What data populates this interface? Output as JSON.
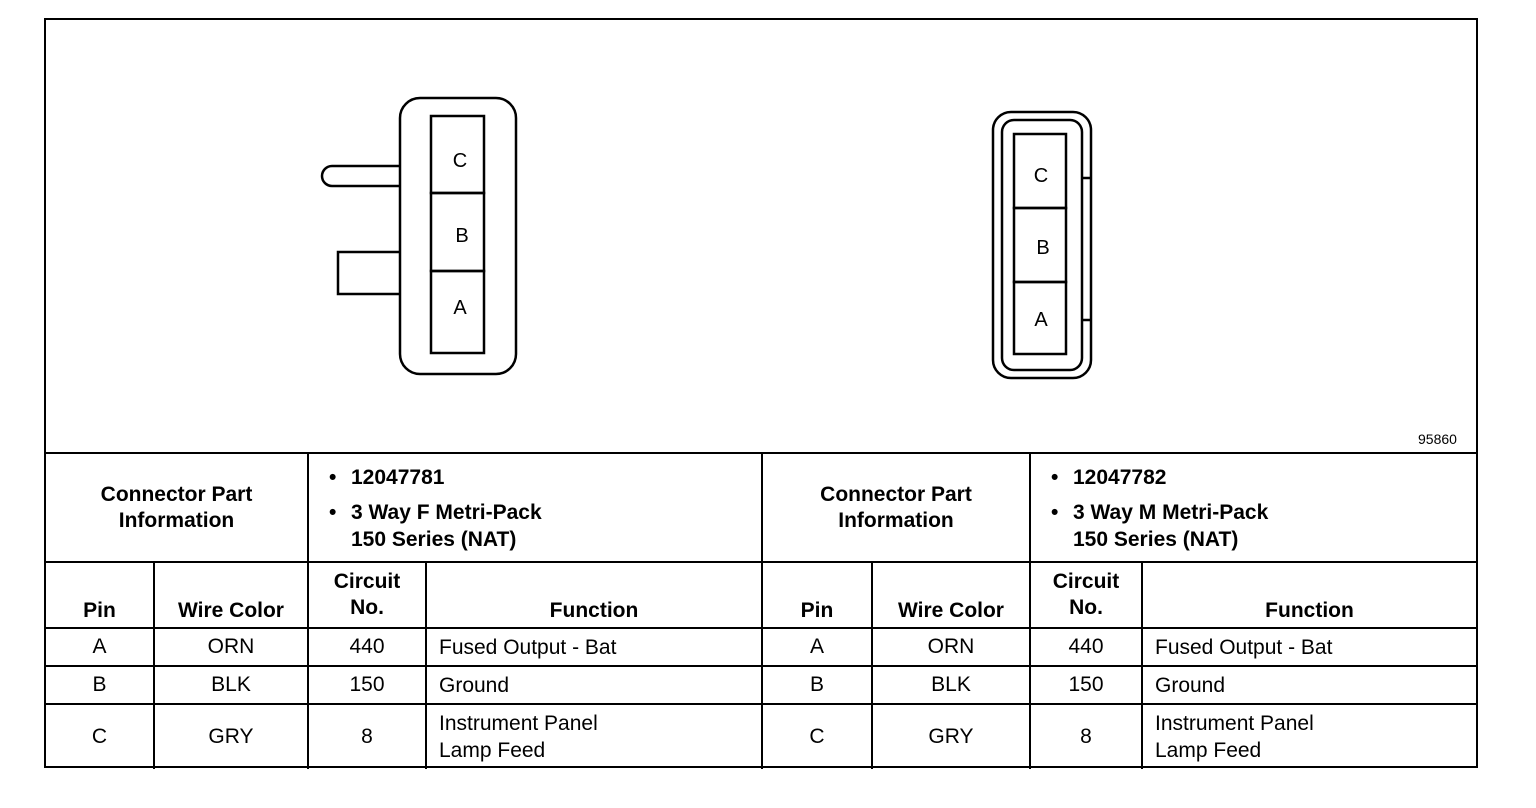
{
  "figure_number": "95860",
  "connectors": [
    {
      "pin_labels": [
        "C",
        "B",
        "A"
      ],
      "part_label": [
        "Connector Part",
        "Information"
      ],
      "part_number": "12047781",
      "part_desc_line1": "3 Way F Metri-Pack",
      "part_desc_line2": "150 Series (NAT)"
    },
    {
      "pin_labels": [
        "C",
        "B",
        "A"
      ],
      "part_label": [
        "Connector Part",
        "Information"
      ],
      "part_number": "12047782",
      "part_desc_line1": "3 Way M Metri-Pack",
      "part_desc_line2": "150 Series (NAT)"
    }
  ],
  "headers": {
    "pin": "Pin",
    "wire_color": "Wire Color",
    "circuit_line1": "Circuit",
    "circuit_line2": "No.",
    "function": "Function"
  },
  "rows": [
    {
      "pin": "A",
      "wire": "ORN",
      "circuit": "440",
      "function_line1": "Fused Output - Bat",
      "function_line2": ""
    },
    {
      "pin": "B",
      "wire": "BLK",
      "circuit": "150",
      "function_line1": "Ground",
      "function_line2": ""
    },
    {
      "pin": "C",
      "wire": "GRY",
      "circuit": "8",
      "function_line1": "Instrument Panel",
      "function_line2": "Lamp Feed"
    }
  ]
}
